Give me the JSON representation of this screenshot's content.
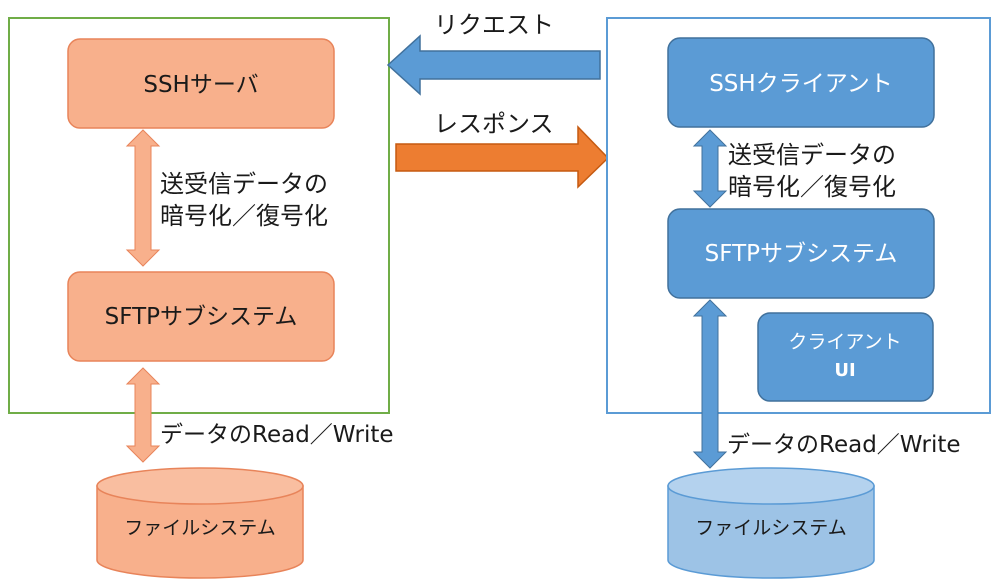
{
  "colors": {
    "server_frame": "#70ad47",
    "client_frame": "#5b9bd5",
    "orange_fill": "#f8b08c",
    "orange_stroke": "#e8845a",
    "orange_arrow": "#ed7d31",
    "blue_fill": "#5b9bd5",
    "blue_stroke": "#41719c",
    "cylinder_orange_fill": "#f8b08c",
    "cylinder_blue_fill": "#9dc3e6",
    "text_dark": "#1a1a1a",
    "text_light": "#ffffff"
  },
  "server": {
    "ssh_box": "SSHサーバ",
    "sftp_box": "SFTPサブシステム",
    "encrypt_label_line1": "送受信データの",
    "encrypt_label_line2": "暗号化／復号化",
    "rw_label": "データのRead／Write",
    "filesystem": "ファイルシステム"
  },
  "client": {
    "ssh_box": "SSHクライアント",
    "sftp_box": "SFTPサブシステム",
    "ui_box_line1": "クライアント",
    "ui_box_line2": "UI",
    "encrypt_label_line1": "送受信データの",
    "encrypt_label_line2": "暗号化／復号化",
    "rw_label": "データのRead／Write",
    "filesystem": "ファイルシステム"
  },
  "arrows": {
    "request_label": "リクエスト",
    "response_label": "レスポンス"
  }
}
